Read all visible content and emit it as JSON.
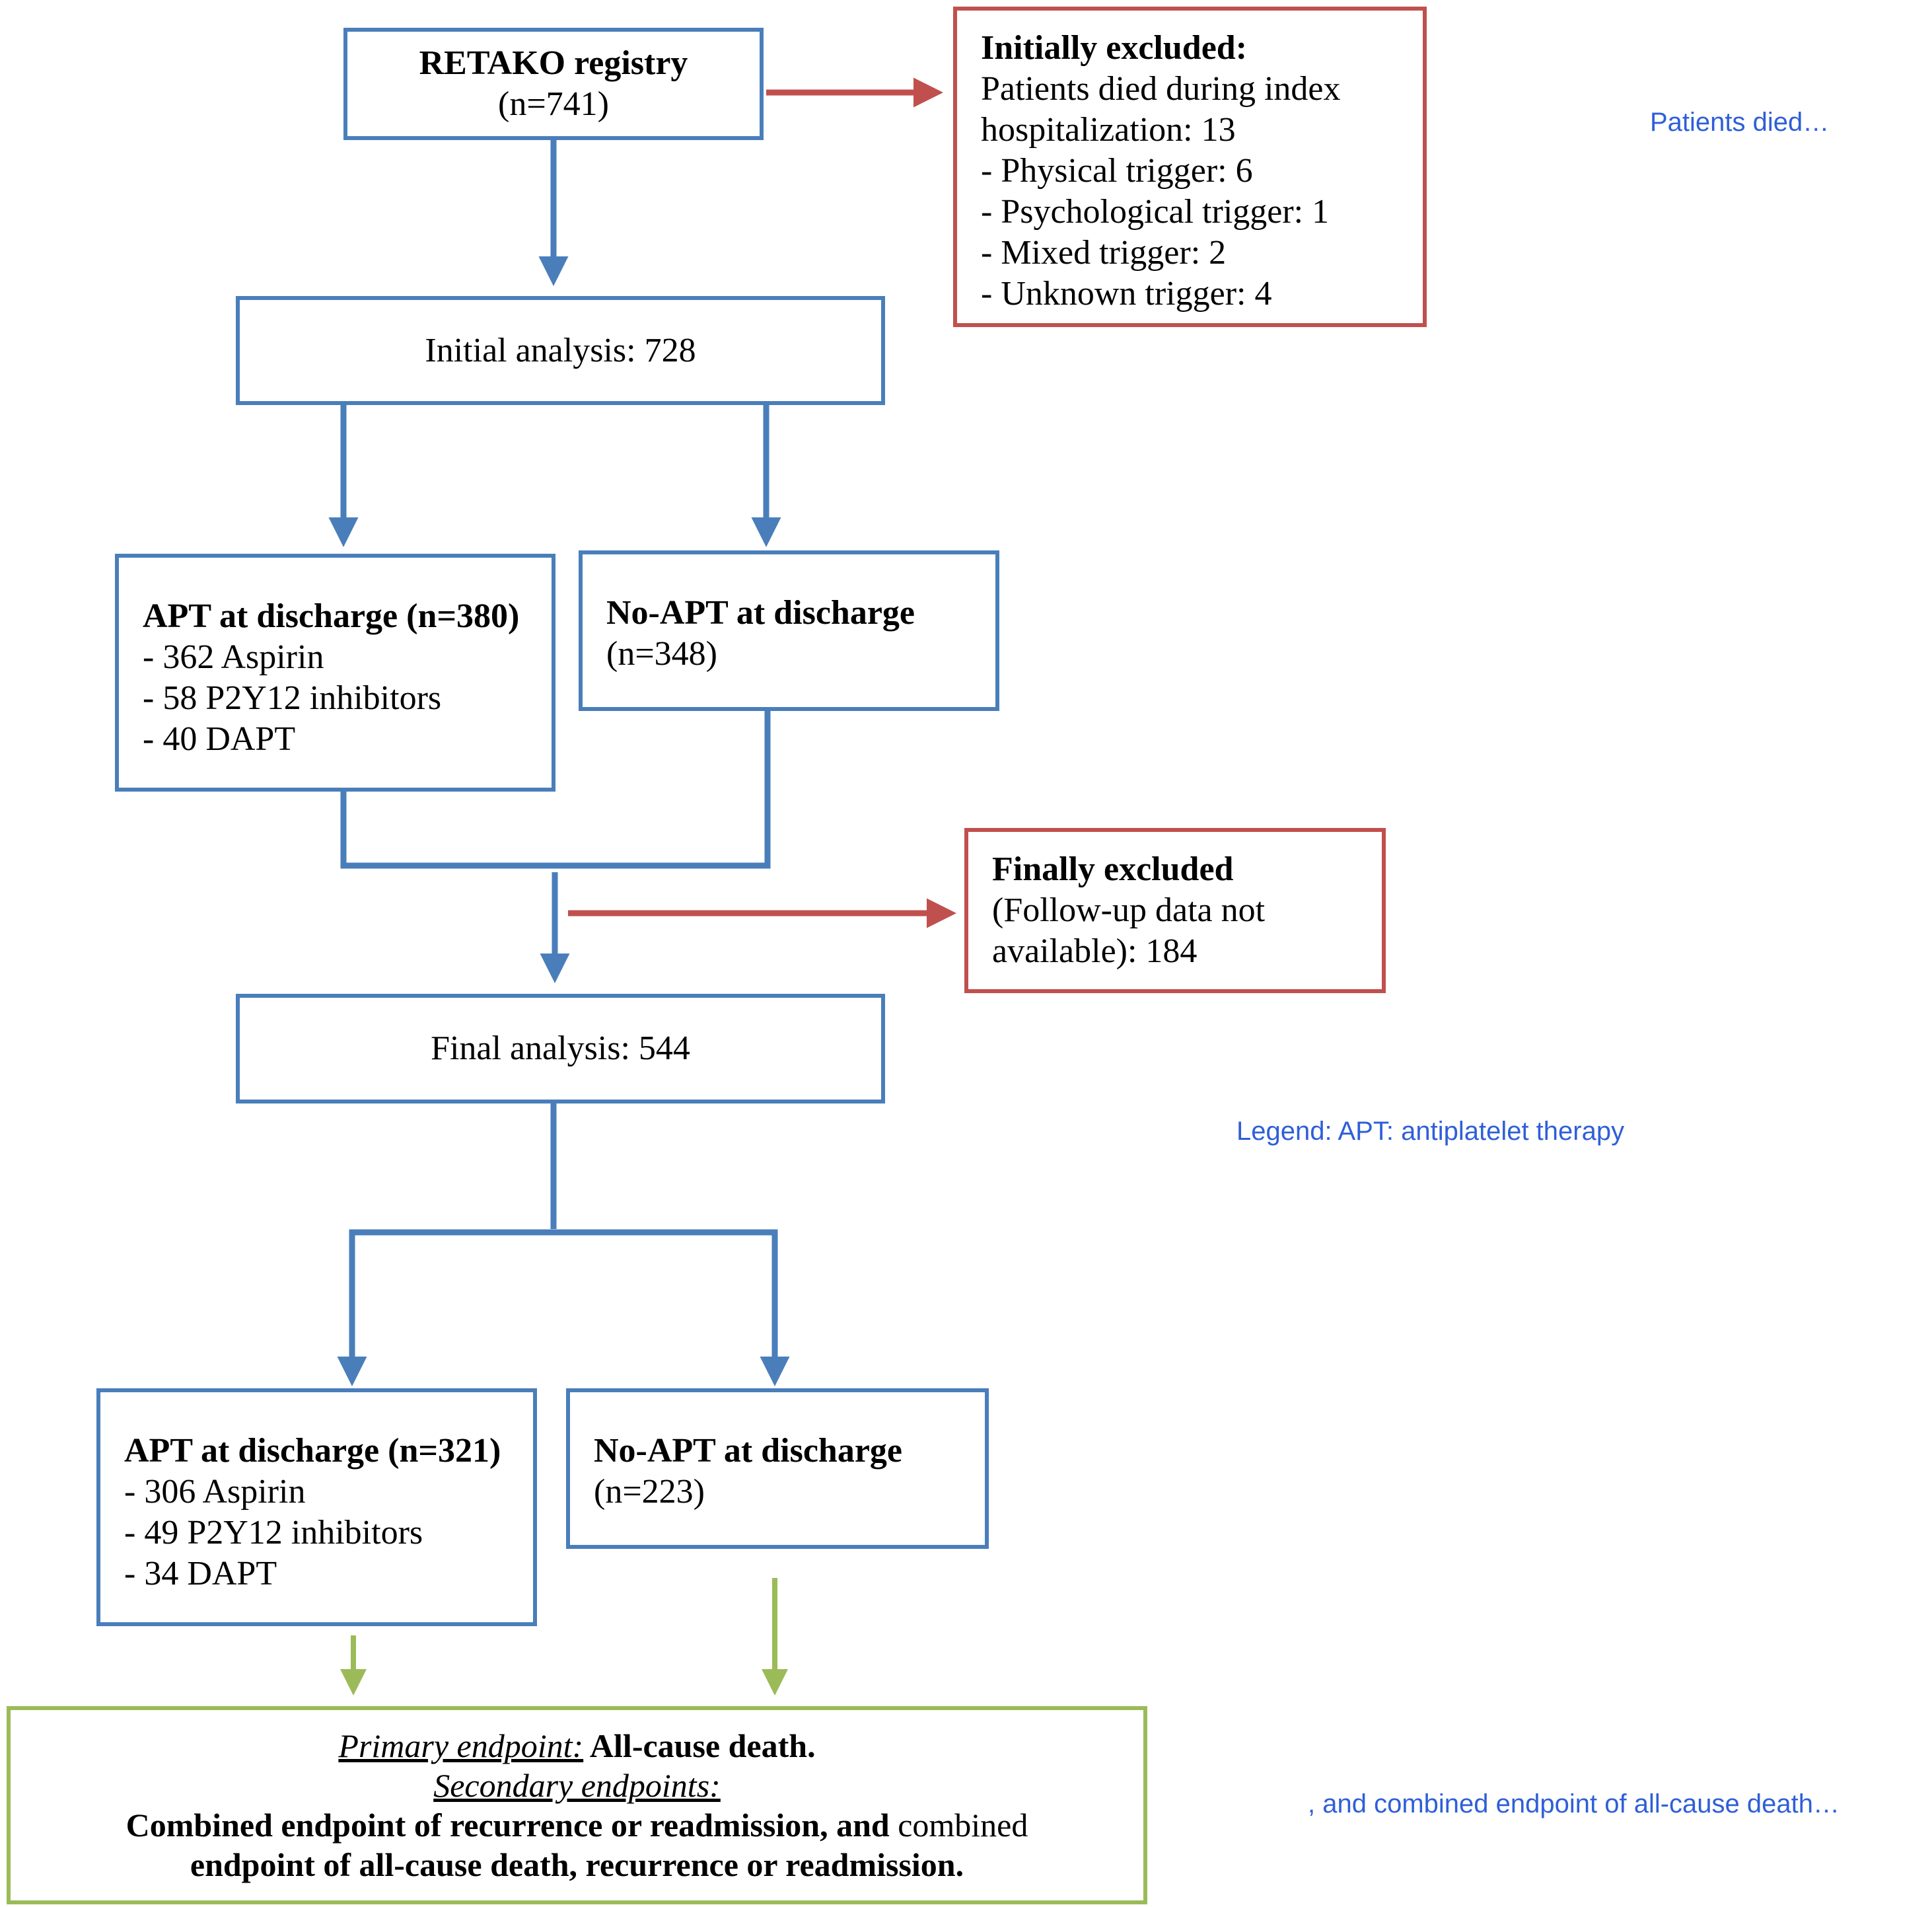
{
  "diagram": {
    "colors": {
      "flow": "#4a7ebb",
      "exclusion": "#c0504d",
      "endpoint": "#9bbb59",
      "note": "#2f5fd8"
    },
    "registry": {
      "title": "RETAKO registry",
      "count": "(n=741)"
    },
    "initial_exclusion": {
      "title": "Initially excluded:",
      "lines": [
        "Patients died during index",
        "hospitalization: 13",
        "- Physical trigger: 6",
        "- Psychological trigger: 1",
        "- Mixed trigger: 2",
        "- Unknown trigger: 4"
      ]
    },
    "initial_analysis": "Initial analysis: 728",
    "apt_discharge_initial": {
      "title": "APT at discharge (n=380)",
      "lines": [
        "- 362 Aspirin",
        "- 58 P2Y12 inhibitors",
        "- 40 DAPT"
      ]
    },
    "noapt_discharge_initial": {
      "title": "No-APT at discharge",
      "count": "(n=348)"
    },
    "final_exclusion": {
      "title": "Finally excluded",
      "lines": [
        "(Follow-up data not",
        "available): 184"
      ]
    },
    "final_analysis": "Final analysis: 544",
    "apt_discharge_final": {
      "title": "APT at discharge (n=321)",
      "lines": [
        "- 306 Aspirin",
        "- 49 P2Y12 inhibitors",
        "- 34 DAPT"
      ]
    },
    "noapt_discharge_final": {
      "title": "No-APT at discharge",
      "count": "(n=223)"
    },
    "endpoints": {
      "primary_label": "Primary endpoint:",
      "primary_text": " All-cause death.",
      "secondary_label": "Secondary endpoints:",
      "secondary_line1_a": "Combined endpoint of recurrence or readmission, and",
      "secondary_line1_b": " combined",
      "secondary_line2": "endpoint of all-cause death, recurrence or readmission."
    }
  },
  "notes": {
    "patients_died": "Patients died…",
    "legend": "Legend: APT: antiplatelet therapy",
    "combined": ", and combined endpoint of all-cause death…"
  }
}
